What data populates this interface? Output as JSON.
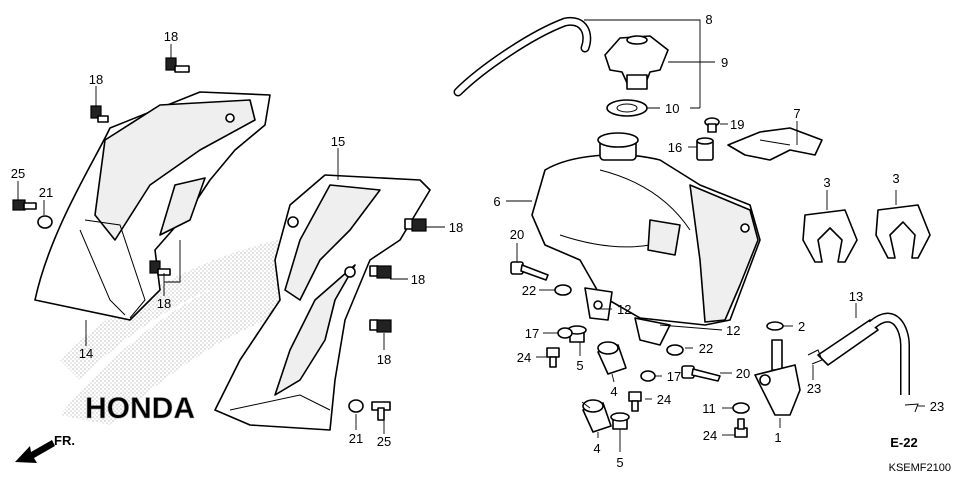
{
  "diagram_code": "KSEMF2100",
  "section_ref": "E-22",
  "direction_label": "FR.",
  "watermark_text": "HONDA",
  "parts": {
    "p1": "1",
    "p2": "2",
    "p3a": "3",
    "p3b": "3",
    "p4a": "4",
    "p4b": "4",
    "p5a": "5",
    "p5b": "5",
    "p6": "6",
    "p7": "7",
    "p8": "8",
    "p9": "9",
    "p10": "10",
    "p11": "11",
    "p12a": "12",
    "p12b": "12",
    "p13": "13",
    "p14": "14",
    "p15": "15",
    "p16": "16",
    "p17a": "17",
    "p17b": "17",
    "p18a": "18",
    "p18b": "18",
    "p18c": "18",
    "p18d": "18",
    "p18e": "18",
    "p18f": "18",
    "p19": "19",
    "p20a": "20",
    "p20b": "20",
    "p21a": "21",
    "p21b": "21",
    "p22a": "22",
    "p22b": "22",
    "p23a": "23",
    "p23b": "23",
    "p24a": "24",
    "p24b": "24",
    "p24c": "24",
    "p25a": "25",
    "p25b": "25"
  }
}
